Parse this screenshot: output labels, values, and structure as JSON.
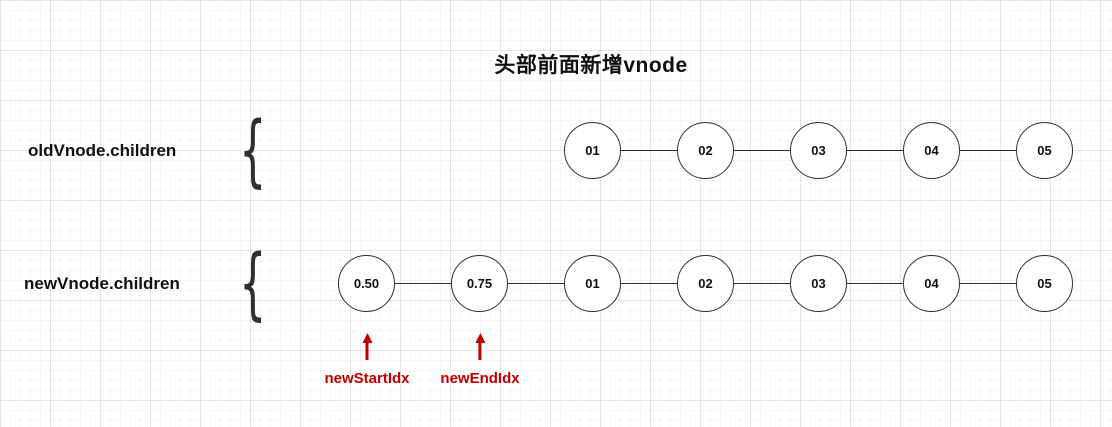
{
  "title": "头部前面新增vnode",
  "rows": [
    {
      "label": "oldVnode.children",
      "nodes": [
        "01",
        "02",
        "03",
        "04",
        "05"
      ]
    },
    {
      "label": "newVnode.children",
      "nodes": [
        "0.50",
        "0.75",
        "01",
        "02",
        "03",
        "04",
        "05"
      ]
    }
  ],
  "pointers": [
    {
      "label": "newStartIdx",
      "target": "0.50"
    },
    {
      "label": "newEndIdx",
      "target": "0.75"
    }
  ],
  "glyphs": {
    "brace": "{"
  },
  "colors": {
    "pointer_red": "#c00000",
    "node_border": "#2f2f2f"
  }
}
